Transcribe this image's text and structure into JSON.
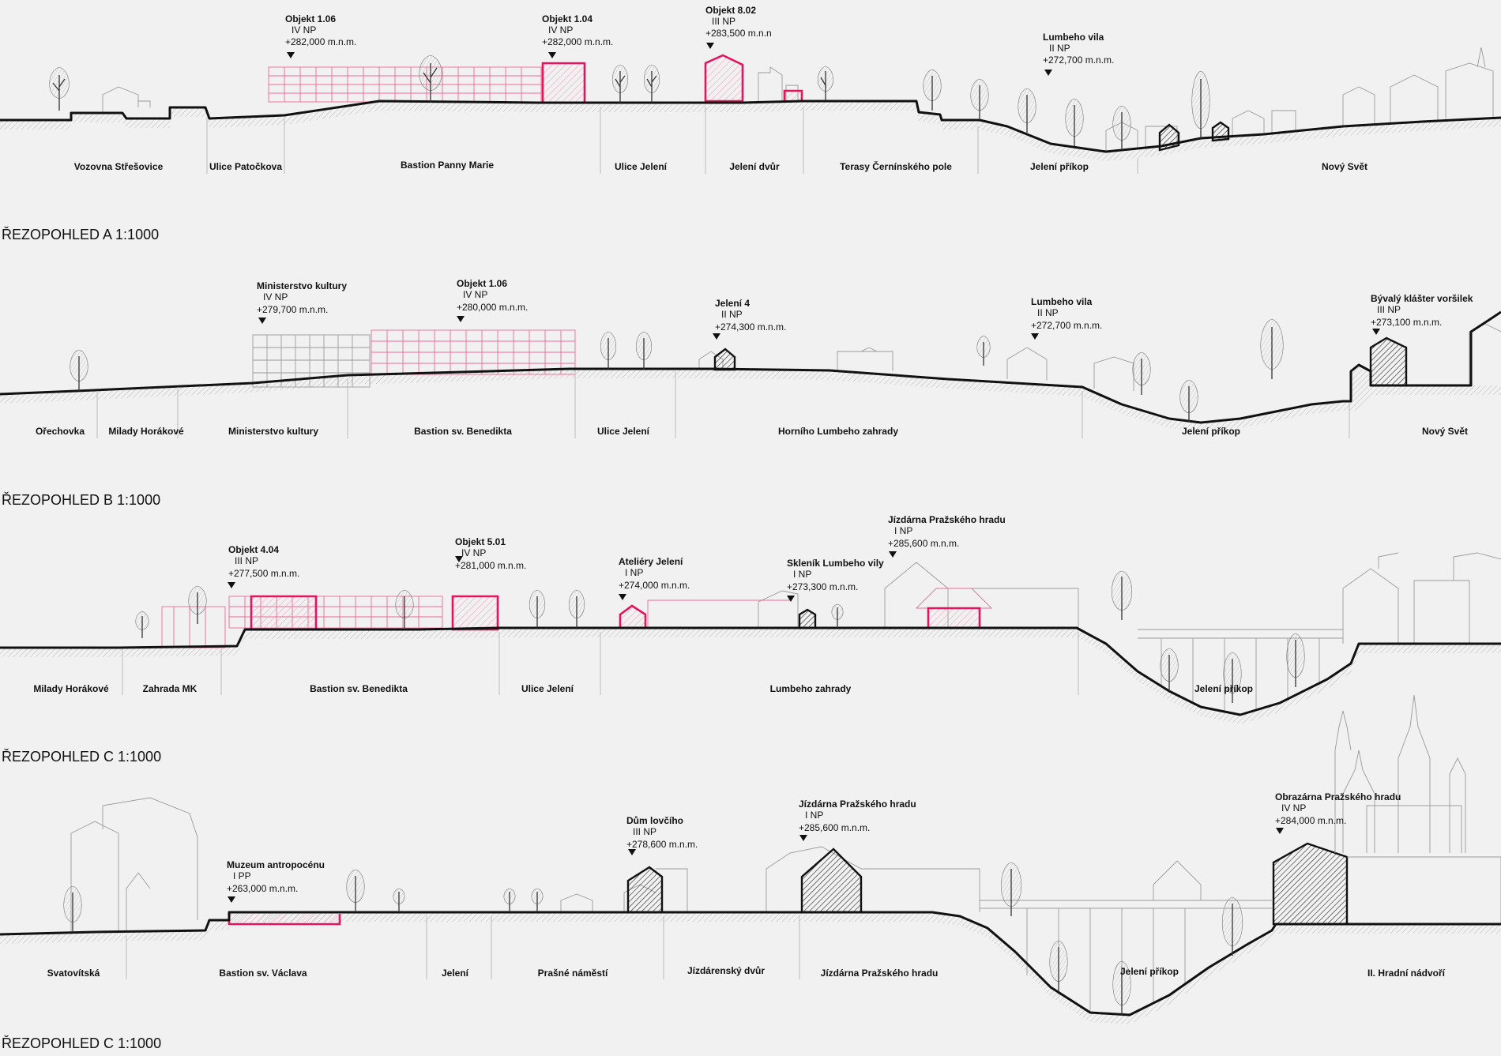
{
  "colors": {
    "accent": "#e3155f",
    "ground": "#111111",
    "background": "#f1f1f1"
  },
  "sections": [
    {
      "title": "ŘEZOPOHLED A   1:1000",
      "annotations": [
        {
          "name": "Objekt 1.06",
          "floors": "IV NP",
          "elevation": "+282,000 m.n.m."
        },
        {
          "name": "Objekt 1.04",
          "floors": "IV NP",
          "elevation": "+282,000 m.n.m."
        },
        {
          "name": "Objekt 8.02",
          "floors": "III NP",
          "elevation": "+283,500 m.n.n"
        },
        {
          "name": "Lumbeho vila",
          "floors": "II NP",
          "elevation": "+272,700 m.n.m."
        }
      ],
      "labels": [
        "Vozovna Střešovice",
        "Ulice Patočkova",
        "Bastion Panny Marie",
        "Ulice Jelení",
        "Jelení dvůr",
        "Terasy Černínského pole",
        "Jelení příkop",
        "Nový Svět"
      ]
    },
    {
      "title": "ŘEZOPOHLED B   1:1000",
      "annotations": [
        {
          "name": "Ministerstvo kultury",
          "floors": "IV NP",
          "elevation": "+279,700 m.n.m."
        },
        {
          "name": "Objekt 1.06",
          "floors": "IV NP",
          "elevation": "+280,000 m.n.m."
        },
        {
          "name": "Jelení 4",
          "floors": "II NP",
          "elevation": "+274,300 m.n.m."
        },
        {
          "name": "Lumbeho vila",
          "floors": "II NP",
          "elevation": "+272,700 m.n.m."
        },
        {
          "name": "Bývalý klášter voršilek",
          "floors": "III NP",
          "elevation": "+273,100 m.n.m."
        }
      ],
      "labels": [
        "Ořechovka",
        "Milady Horákové",
        "Ministerstvo kultury",
        "Bastion sv. Benedikta",
        "Ulice Jelení",
        "Horního Lumbeho zahrady",
        "Jelení příkop",
        "Nový Svět"
      ]
    },
    {
      "title": "ŘEZOPOHLED C   1:1000",
      "annotations": [
        {
          "name": "Objekt 4.04",
          "floors": "III NP",
          "elevation": "+277,500 m.n.m."
        },
        {
          "name": "Objekt 5.01",
          "floors": "IV NP",
          "elevation": "+281,000 m.n.m."
        },
        {
          "name": "Ateliéry Jelení",
          "floors": "I NP",
          "elevation": "+274,000 m.n.m."
        },
        {
          "name": "Skleník Lumbeho vily",
          "floors": "I NP",
          "elevation": "+273,300 m.n.m."
        },
        {
          "name": "Jízdárna Pražského hradu",
          "floors": "I NP",
          "elevation": "+285,600 m.n.m."
        }
      ],
      "labels": [
        "Milady Horákové",
        "Zahrada MK",
        "Bastion sv. Benedikta",
        "Ulice Jelení",
        "Lumbeho zahrady",
        "Jelení příkop"
      ]
    },
    {
      "title": "ŘEZOPOHLED C   1:1000",
      "annotations": [
        {
          "name": "Muzeum antropocénu",
          "floors": "I PP",
          "elevation": "+263,000 m.n.m."
        },
        {
          "name": "Dům lovčího",
          "floors": "III NP",
          "elevation": "+278,600 m.n.m."
        },
        {
          "name": "Jízdárna Pražského hradu",
          "floors": "I NP",
          "elevation": "+285,600 m.n.m."
        },
        {
          "name": "Obrazárna Pražského hradu",
          "floors": "IV NP",
          "elevation": "+284,000 m.n.m."
        }
      ],
      "labels": [
        "Svatovítská",
        "Bastion sv. Václava",
        "Jelení",
        "Prašné náměstí",
        "Jízdárenský dvůr",
        "Jízdárna Pražského hradu",
        "Jelení příkop",
        "II. Hradní nádvoří"
      ]
    }
  ]
}
